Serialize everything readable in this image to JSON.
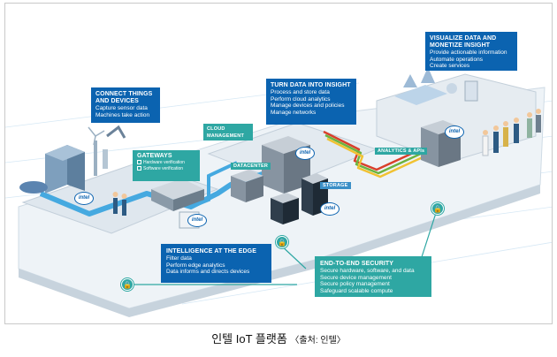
{
  "diagram": {
    "connect": {
      "title": "CONNECT THINGS AND DEVICES",
      "lines": [
        "Capture sensor data",
        "Machines take action"
      ]
    },
    "gateways": {
      "title": "GATEWAYS",
      "items": [
        "Hardware verification",
        "Software verification"
      ]
    },
    "cloud_tag": "CLOUD MANAGEMENT",
    "datacenter_tag": "DATACENTER",
    "storage_tag": "STORAGE",
    "api_tag": "ANALYTICS & APIs",
    "turn": {
      "title": "TURN DATA INTO INSIGHT",
      "lines": [
        "Process and store data",
        "Perform cloud analytics",
        "Manage devices and policies",
        "Manage networks"
      ]
    },
    "visualize": {
      "title": "VISUALIZE DATA AND MONETIZE INSIGHT",
      "lines": [
        "Provide actionable information",
        "Automate operations",
        "Create services"
      ]
    },
    "edge": {
      "title": "INTELLIGENCE AT THE EDGE",
      "lines": [
        "Filter data",
        "Perform edge analytics",
        "Data informs and directs devices"
      ]
    },
    "security": {
      "title": "END-TO-END SECURITY",
      "lines": [
        "Secure hardware, software, and data",
        "Secure device management",
        "Secure policy management",
        "Safeguard scalable compute"
      ]
    },
    "intel_logo": "intel",
    "lock_glyph": "🔒"
  },
  "caption": {
    "main": "인텔 IoT 플랫폼",
    "source": "〈출처: 인텔〉"
  },
  "colors": {
    "box_blue": "#0b63b0",
    "box_teal": "#2ea7a3",
    "path_light_blue": "#45a9e0",
    "network_red": "#d9402b",
    "network_green": "#6cb33f",
    "network_yellow": "#f1c232"
  }
}
